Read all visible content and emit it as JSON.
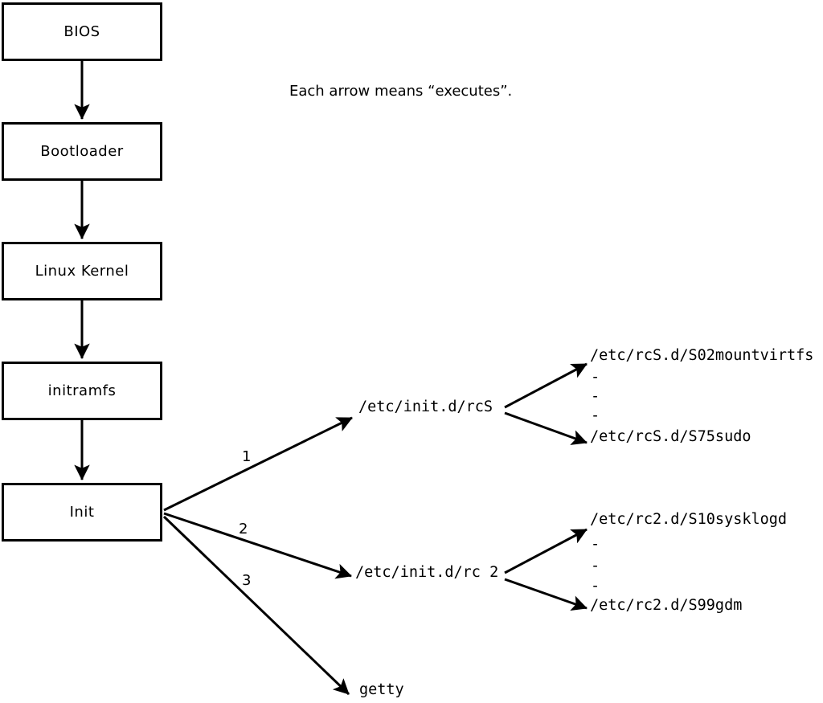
{
  "caption": "Each arrow means “executes”.",
  "boxes": [
    {
      "label": "BIOS"
    },
    {
      "label": "Bootloader"
    },
    {
      "label": "Linux Kernel"
    },
    {
      "label": "initramfs"
    },
    {
      "label": "Init"
    }
  ],
  "branches": [
    {
      "number": "1",
      "target": "/etc/init.d/rcS"
    },
    {
      "number": "2",
      "target": "/etc/init.d/rc 2"
    },
    {
      "number": "3",
      "target": "getty"
    }
  ],
  "rcs_fanout": {
    "top": "/etc/rcS.d/S02mountvirtfs",
    "dashes": [
      "-",
      "-",
      "-"
    ],
    "bottom": "/etc/rcS.d/S75sudo"
  },
  "rc2_fanout": {
    "top": "/etc/rc2.d/S10sysklogd",
    "dashes": [
      "-",
      "-",
      "-"
    ],
    "bottom": "/etc/rc2.d/S99gdm"
  },
  "colors": {
    "ink": "#000000",
    "background": "#ffffff"
  }
}
